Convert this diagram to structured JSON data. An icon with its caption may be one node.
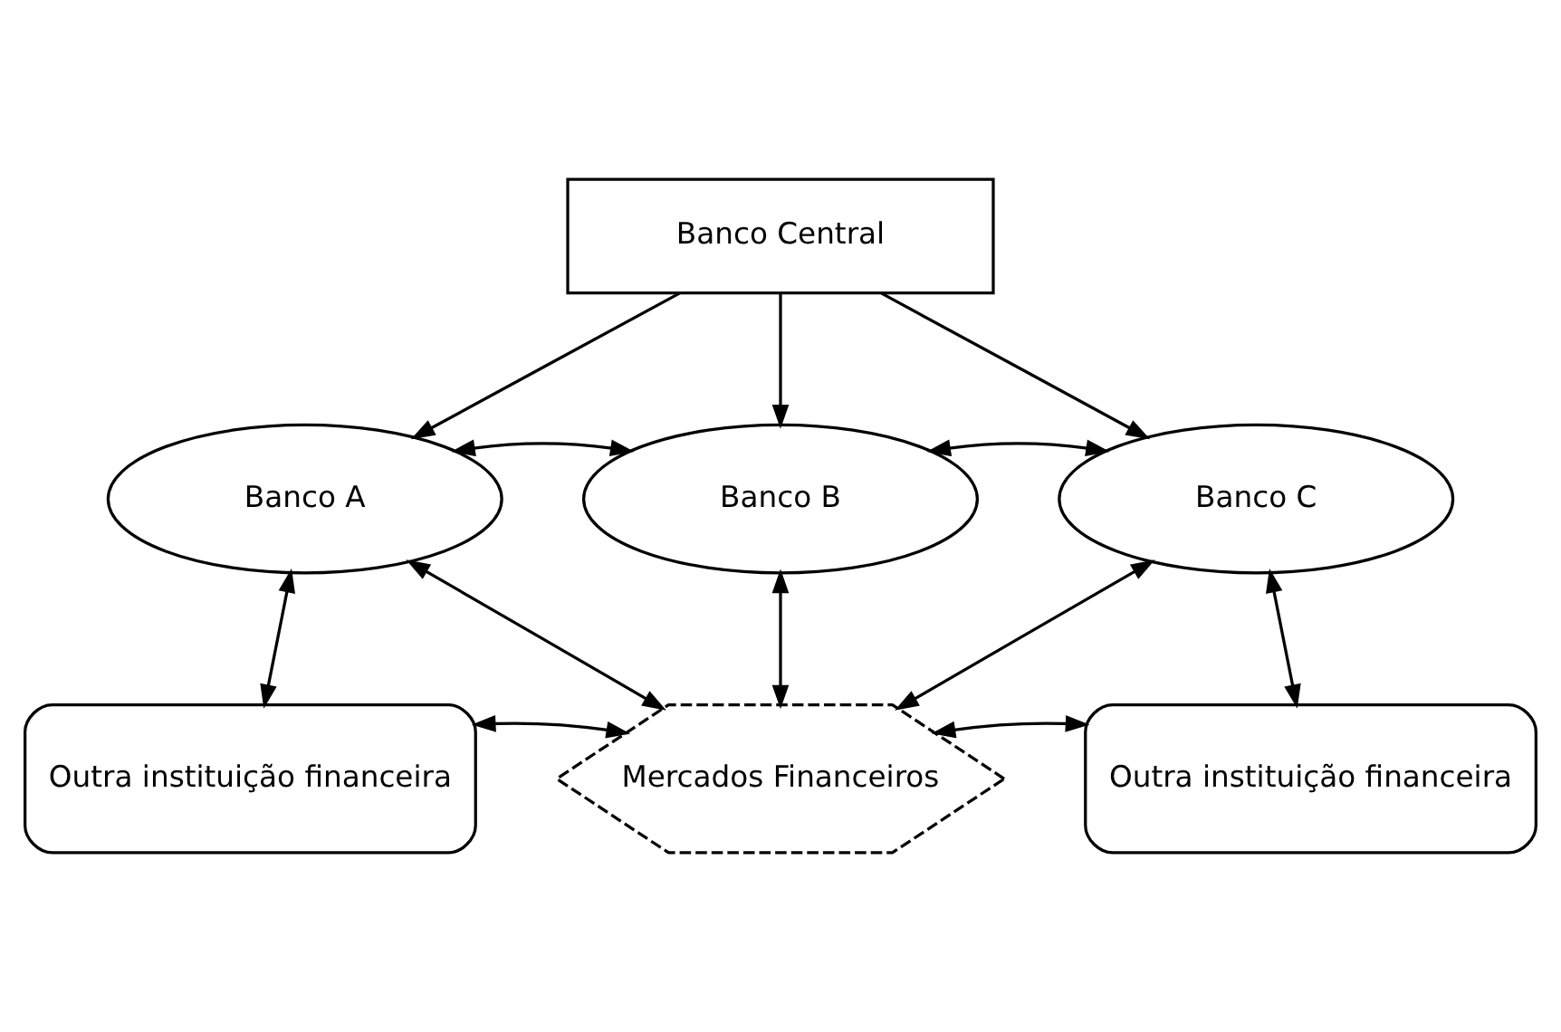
{
  "diagram": {
    "nodes": [
      {
        "text": [
          "Banco Central"
        ]
      },
      {
        "text": [
          "Banco A"
        ]
      },
      {
        "text": [
          "Banco B"
        ]
      },
      {
        "text": [
          "Banco C"
        ]
      },
      {
        "text": [
          "Mercados Financeiros"
        ]
      },
      {
        "text": [
          "Outra instituição financeira"
        ]
      },
      {
        "text": [
          "Outra instituição financeira"
        ]
      }
    ],
    "edges": [
      {
        "from": 0,
        "to": 1,
        "arrow": "to"
      },
      {
        "from": 0,
        "to": 2,
        "arrow": "to"
      },
      {
        "from": 0,
        "to": 3,
        "arrow": "to"
      },
      {
        "from": 1,
        "to": 2,
        "arrow": "both"
      },
      {
        "from": 2,
        "to": 3,
        "arrow": "both"
      },
      {
        "from": 1,
        "to": 4,
        "arrow": "both"
      },
      {
        "from": 2,
        "to": 4,
        "arrow": "both"
      },
      {
        "from": 3,
        "to": 4,
        "arrow": "both"
      },
      {
        "from": 1,
        "to": 5,
        "arrow": "both"
      },
      {
        "from": 3,
        "to": 6,
        "arrow": "both"
      },
      {
        "from": 5,
        "to": 4,
        "arrow": "both"
      },
      {
        "from": 4,
        "to": 6,
        "arrow": "both"
      }
    ]
  }
}
